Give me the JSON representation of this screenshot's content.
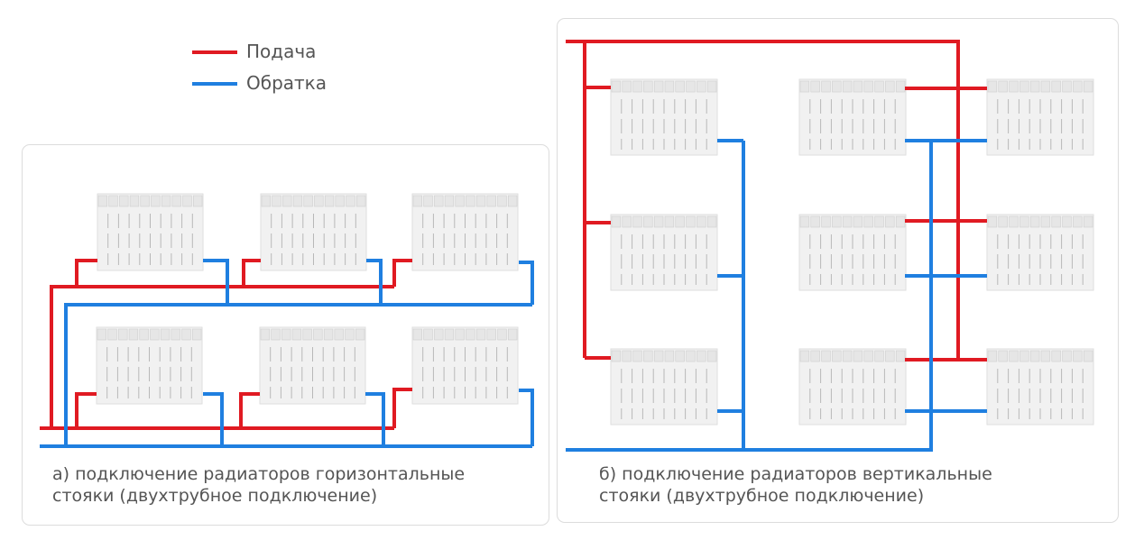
{
  "legend": {
    "supply": "Подача",
    "return": "Обратка"
  },
  "colors": {
    "supply": "#e01a22",
    "return": "#1f7fe0"
  },
  "panel_a": {
    "caption_line1": "а) подключение радиаторов горизонтальные",
    "caption_line2": "стояки (двухтрубное подключение)"
  },
  "panel_b": {
    "caption_line1": "б) подключение радиаторов вертикальные",
    "caption_line2": "стояки (двухтрубное подключение)"
  }
}
